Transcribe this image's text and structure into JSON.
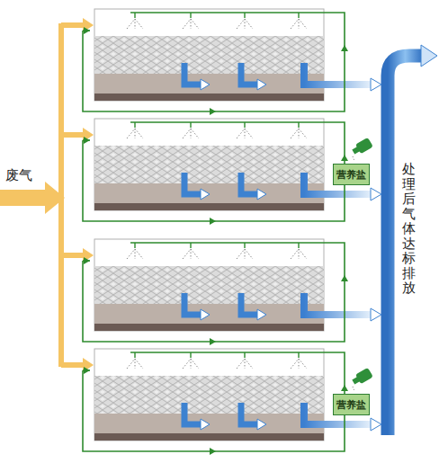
{
  "diagram": {
    "nodes": [
      {
        "text": [
          "营养盐"
        ]
      },
      {
        "text": [
          "营养盐"
        ]
      }
    ],
    "labels": [
      "废气",
      "处理后气体达标排放"
    ]
  }
}
